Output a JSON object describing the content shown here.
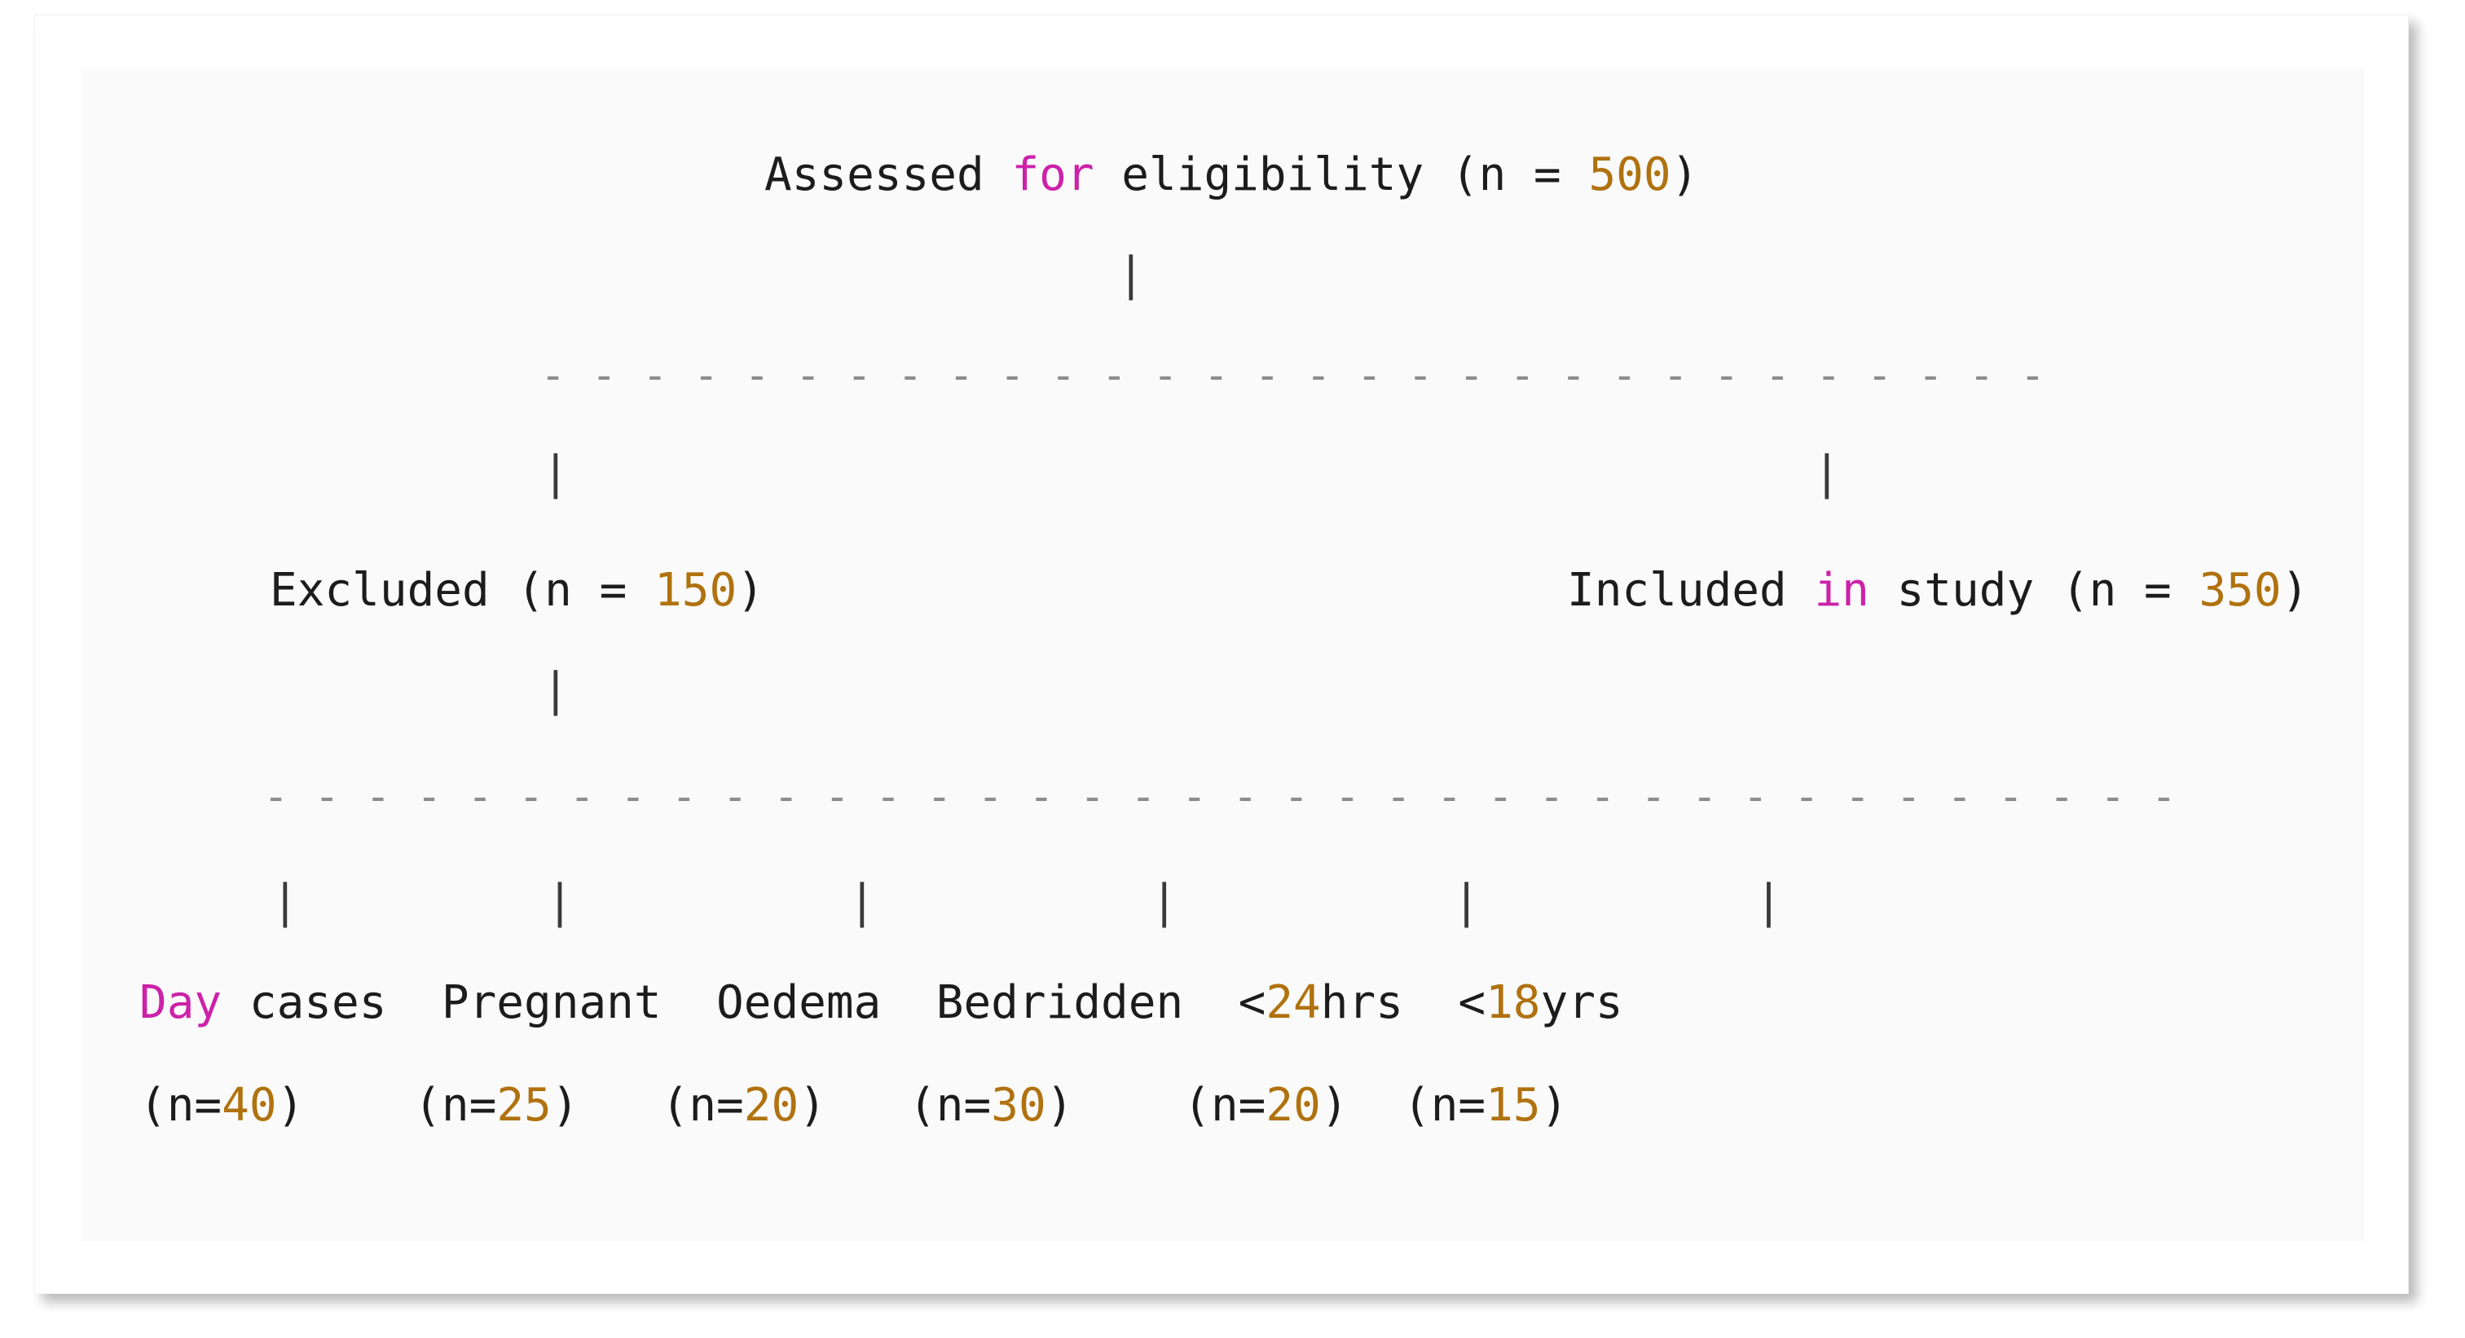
{
  "figure": {
    "kind": "consort-flow-diagram",
    "background_color": "#ffffff",
    "panel_color": "#fafafa",
    "text_color": "#1c1c1c",
    "keyword_color": "#cc22aa",
    "number_color": "#b0720f",
    "dash_color": "#8c8c8c",
    "bar_color": "#3a3a3a"
  },
  "nodes": {
    "root": {
      "prefix": "Assessed ",
      "keyword": "for",
      "middle": " eligibility (n = ",
      "count": "500",
      "suffix": ")"
    },
    "excluded": {
      "prefix": "Excluded (n = ",
      "count": "150",
      "suffix": ")"
    },
    "included": {
      "prefix": "Included ",
      "keyword": "in",
      "middle": " study (n = ",
      "count": "350",
      "suffix": ")"
    }
  },
  "connectors": {
    "bar_glyph": "|",
    "dash_rule_top": "- - - - - - - - - - - - - - - - - - - - - - - - - - - - - -",
    "dash_rule_bottom": "- - - - - - - - - - - - - - - - - - - - - - - - - - - - - - - - - - - - - -",
    "bars_row": "|         |          |          |          |          |"
  },
  "exclusion_reasons": {
    "labels_line": {
      "day": "Day",
      "cases": " cases  Pregnant  Oedema  Bedridden  <",
      "hrs_num": "24",
      "hrs": "hrs  <",
      "yrs_num": "18",
      "yrs": "yrs"
    },
    "counts_line": {
      "o1": "(n=",
      "n1": "40",
      "c1": ")    ",
      "o2": "(n=",
      "n2": "25",
      "c2": ")   ",
      "o3": "(n=",
      "n3": "20",
      "c3": ")   ",
      "o4": "(n=",
      "n4": "30",
      "c4": ")    ",
      "o5": "(n=",
      "n5": "20",
      "c5": ")  ",
      "o6": "(n=",
      "n6": "15",
      "c6": ")"
    },
    "items": [
      {
        "label": "Day cases",
        "n": "40"
      },
      {
        "label": "Pregnant",
        "n": "25"
      },
      {
        "label": "Oedema",
        "n": "20"
      },
      {
        "label": "Bedridden",
        "n": "30"
      },
      {
        "label": "<24hrs",
        "n": "20"
      },
      {
        "label": "<18yrs",
        "n": "15"
      }
    ]
  },
  "chart_data": {
    "type": "diagram",
    "title": "Assessed for eligibility (n = 500)",
    "flow": [
      {
        "stage": "Assessed for eligibility",
        "n": 500
      },
      {
        "stage": "Excluded",
        "n": 150
      },
      {
        "stage": "Included in study",
        "n": 350
      }
    ],
    "exclusion_breakdown": {
      "categories": [
        "Day cases",
        "Pregnant",
        "Oedema",
        "Bedridden",
        "<24hrs",
        "<18yrs"
      ],
      "values": [
        40,
        25,
        20,
        30,
        20,
        15
      ]
    }
  }
}
